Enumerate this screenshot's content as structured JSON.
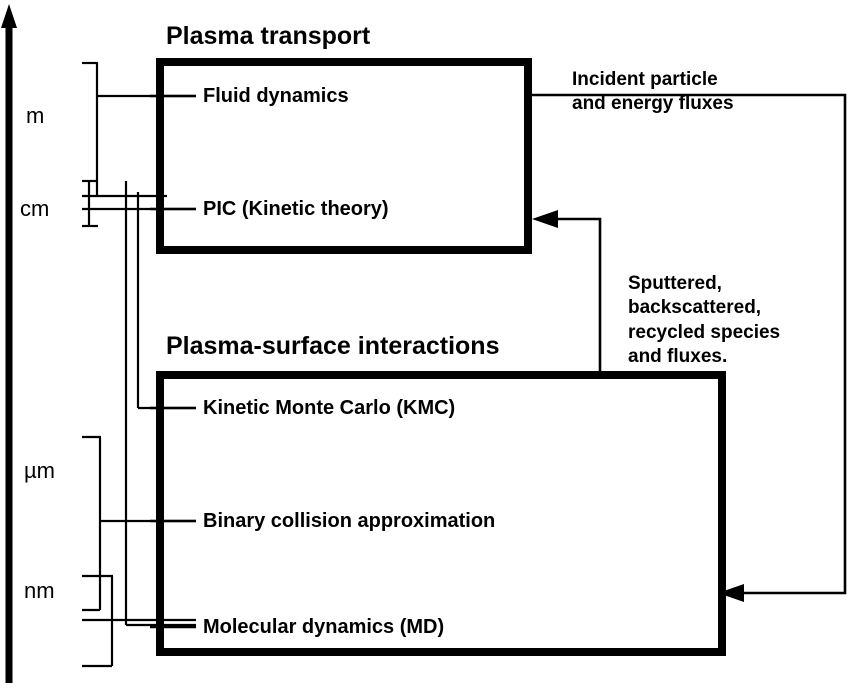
{
  "diagram": {
    "axis": {
      "name": "length-scale-axis",
      "direction": "upward",
      "scale_labels": [
        {
          "id": "m",
          "text": "m"
        },
        {
          "id": "cm",
          "text": "cm"
        },
        {
          "id": "um",
          "text": "µm"
        },
        {
          "id": "nm",
          "text": "nm"
        }
      ]
    },
    "boxes": [
      {
        "id": "plasma-transport",
        "title": "Plasma transport",
        "methods": [
          {
            "id": "fluid-dynamics",
            "label": "Fluid dynamics"
          },
          {
            "id": "pic-kinetic-theory",
            "label": "PIC  (Kinetic theory)"
          }
        ]
      },
      {
        "id": "plasma-surface-interactions",
        "title": "Plasma-surface interactions",
        "methods": [
          {
            "id": "kinetic-monte-carlo",
            "label": "Kinetic Monte Carlo (KMC)"
          },
          {
            "id": "binary-collision-approximation",
            "label": "Binary collision approximation"
          },
          {
            "id": "molecular-dynamics",
            "label": "Molecular dynamics (MD)"
          }
        ]
      }
    ],
    "flows": [
      {
        "id": "incident-flux",
        "lines": [
          "Incident particle",
          "and energy fluxes"
        ],
        "from": "plasma-transport",
        "to": "plasma-surface-interactions"
      },
      {
        "id": "sputtered-flux",
        "lines": [
          "Sputtered,",
          "backscattered,",
          "recycled species",
          "and fluxes."
        ],
        "from": "plasma-surface-interactions",
        "to": "plasma-transport"
      }
    ],
    "colors": {
      "stroke": "#000000",
      "background": "#ffffff"
    }
  }
}
